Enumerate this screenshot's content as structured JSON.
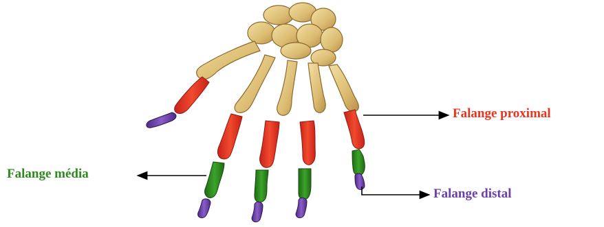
{
  "labels": {
    "proximal": "Falange proximal",
    "media": "Falange média",
    "distal": "Falange distal"
  },
  "colors": {
    "proximal": "#e8351f",
    "media": "#2f8a1f",
    "distal": "#6a3fa8",
    "bone": "#e3c784",
    "bone_shade": "#c9a35a",
    "bone_outline": "#8a6a2e",
    "arrow": "#000000"
  }
}
